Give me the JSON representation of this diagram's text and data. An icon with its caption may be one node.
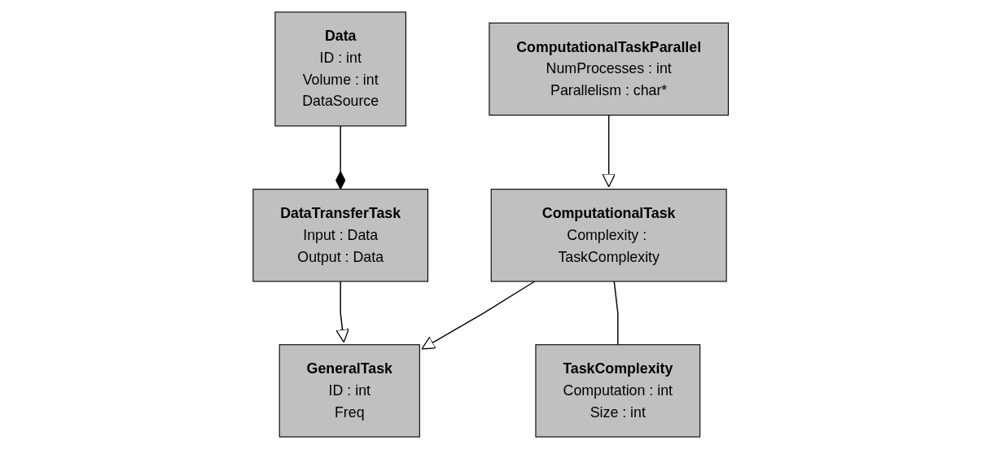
{
  "diagram": {
    "nodes": [
      {
        "text": [
          "GeneralTask",
          "ID : int",
          "Freq"
        ]
      },
      {
        "text": [
          "Data",
          "ID : int",
          "Volume : int",
          "DataSource"
        ]
      },
      {
        "text": [
          "DataTransferTask",
          "Input : Data",
          "Output : Data"
        ]
      },
      {
        "text": [
          "ComputationalTask",
          "Complexity : TaskComplexity"
        ]
      },
      {
        "text": [
          "TaskComplexity",
          "Computation : int",
          "Size : int"
        ]
      },
      {
        "text": [
          "ComputationalTaskParallel",
          "NumProcesses : int",
          "Parallelism : char*"
        ]
      }
    ],
    "edges": [
      {
        "from": 2,
        "to": 0,
        "arrow": "to"
      },
      {
        "from": 3,
        "to": 0,
        "arrow": "to"
      },
      {
        "from": 1,
        "to": 2,
        "arrow": "other"
      },
      {
        "from": 3,
        "to": 4,
        "arrow": "none"
      },
      {
        "from": 5,
        "to": 3,
        "arrow": "to"
      }
    ]
  }
}
